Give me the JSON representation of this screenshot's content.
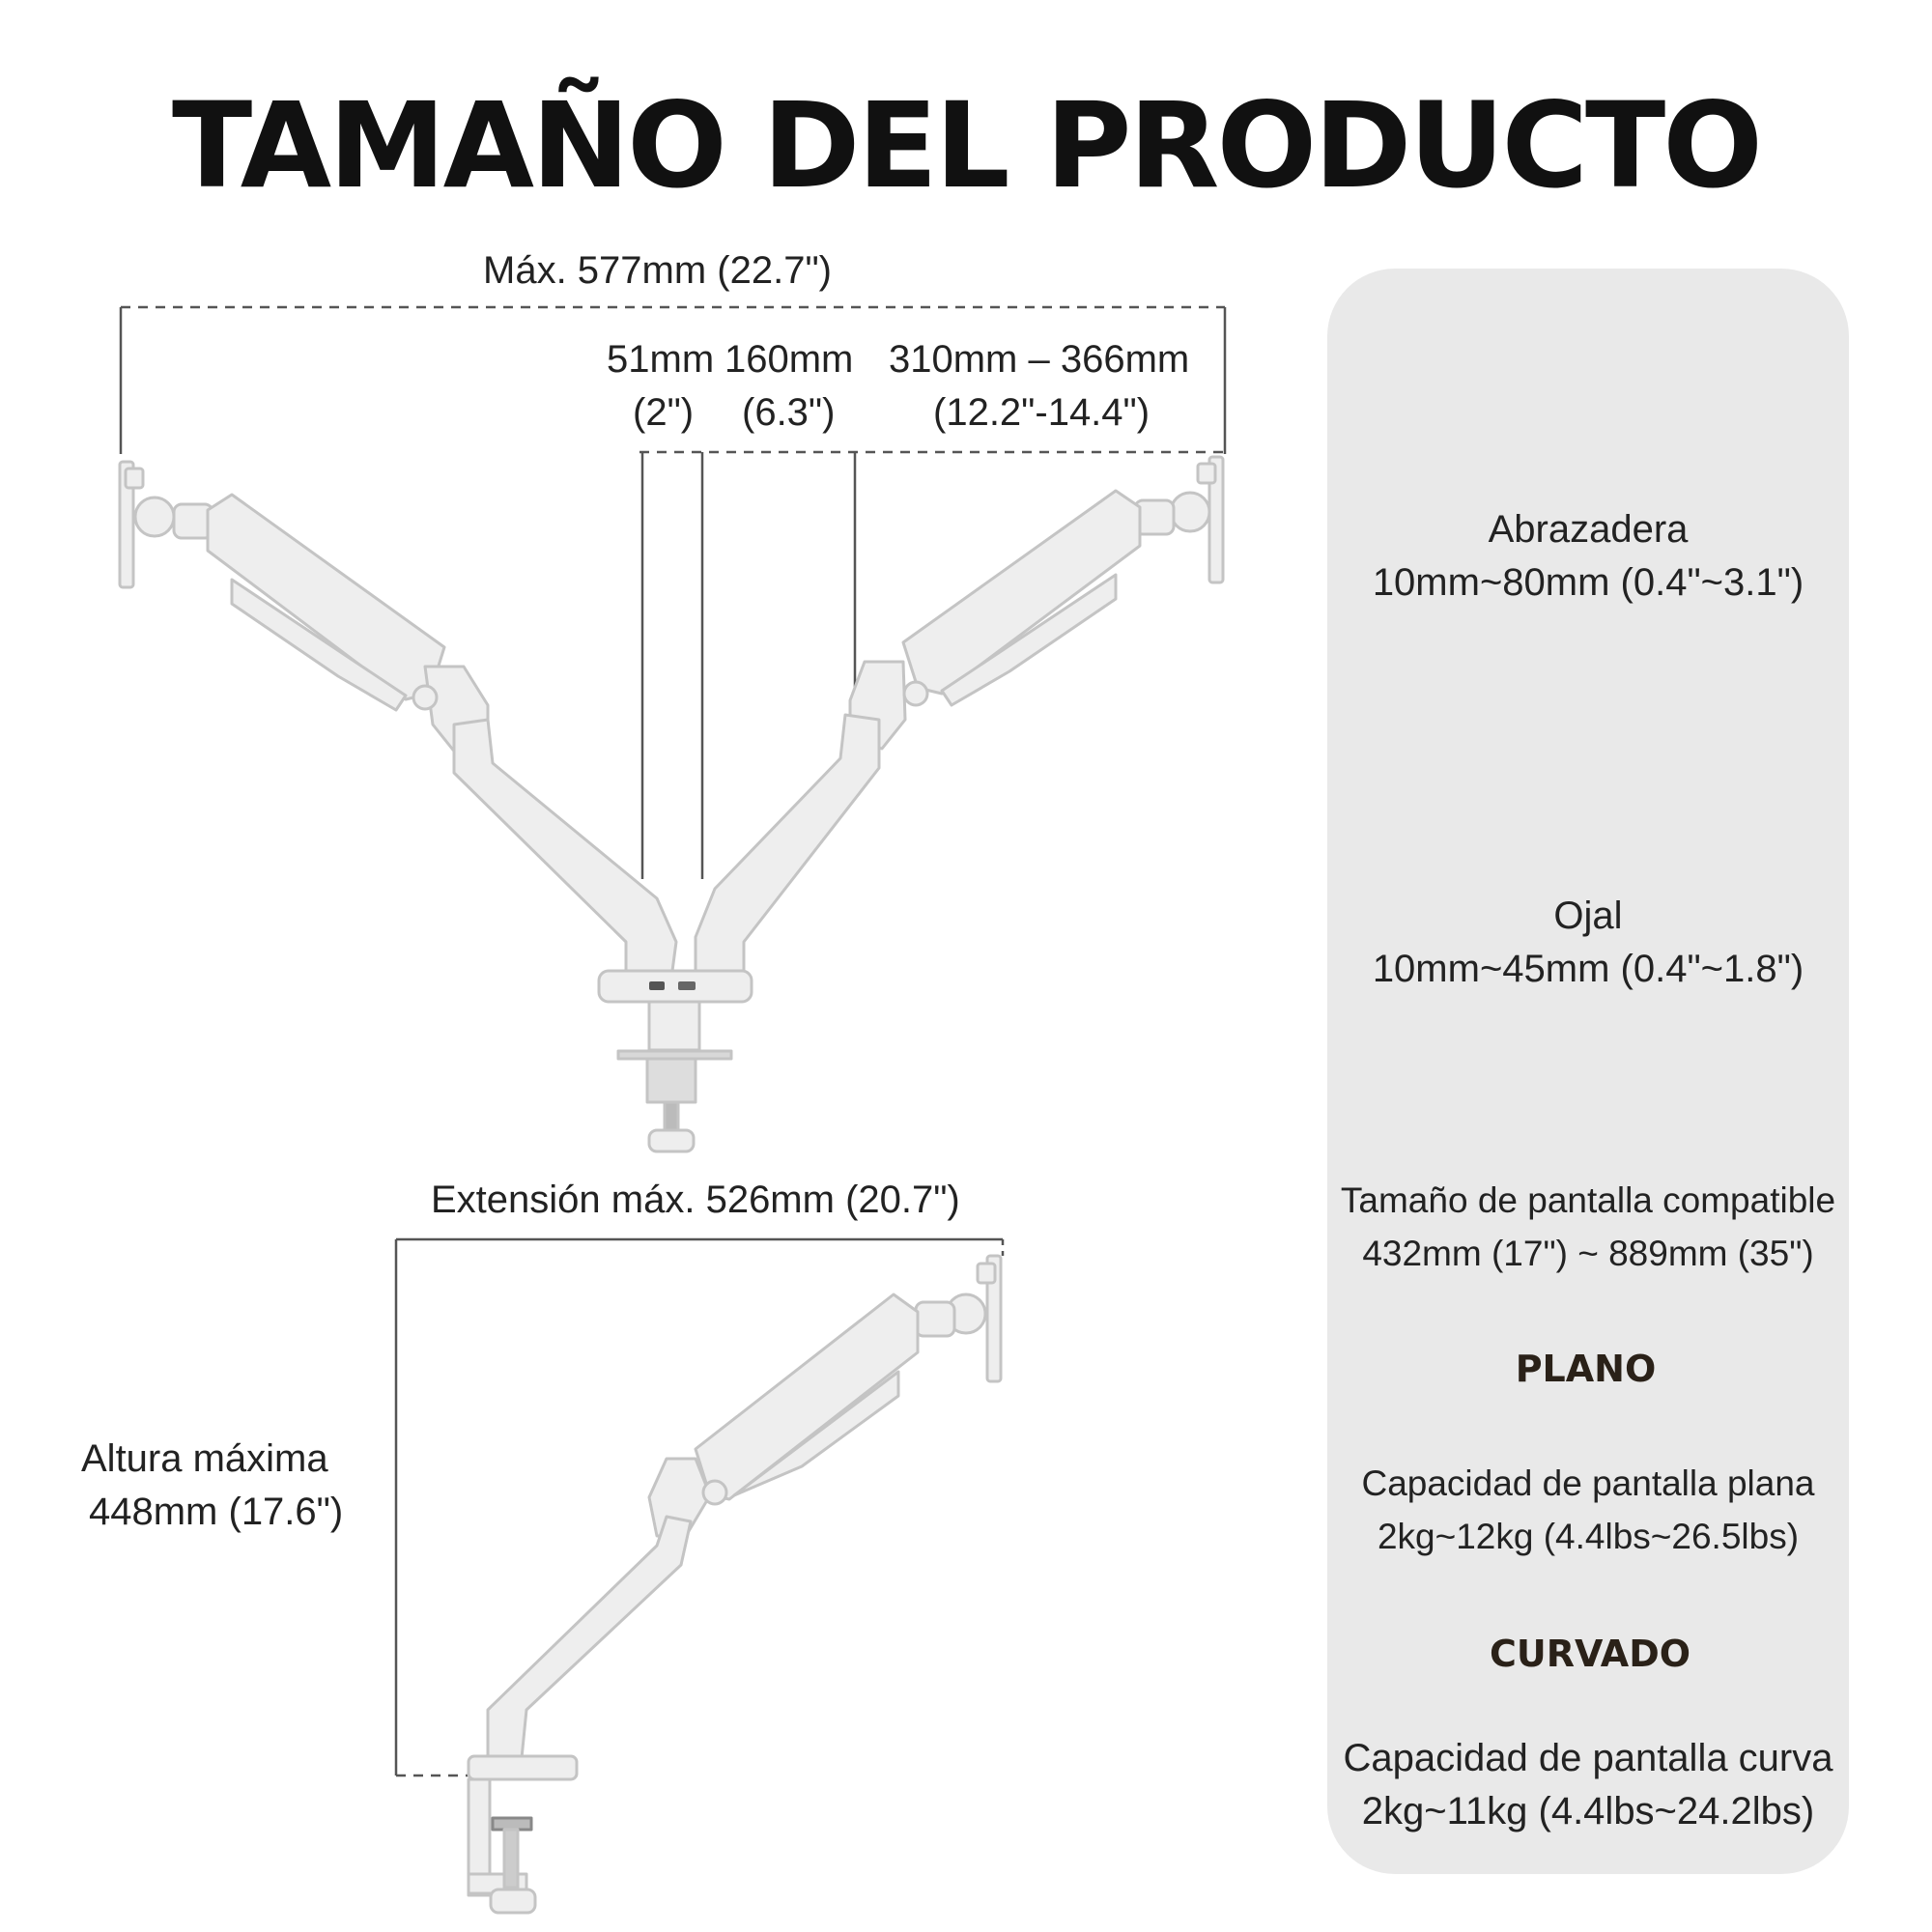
{
  "title": "TAMAÑO DEL PRODUCTO",
  "dimensions": {
    "max_width": "Máx. 577mm (22.7\")",
    "d51_mm": "51mm",
    "d51_in": "(2\")",
    "d160_mm": "160mm",
    "d160_in": "(6.3\")",
    "d310_mm": "310mm – 366mm",
    "d310_in": "(12.2\"-14.4\")",
    "extension": "Extensión máx. 526mm (20.7\")",
    "height_label": "Altura máxima",
    "height_value": "448mm (17.6\")"
  },
  "specs": {
    "clamp_name": "Abrazadera",
    "clamp_range": "10mm~80mm (0.4\"~3.1\")",
    "grommet_name": "Ojal",
    "grommet_range": "10mm~45mm (0.4\"~1.8\")",
    "screen_size_name": "Tamaño de pantalla compatible",
    "screen_size_range": "432mm (17\") ~ 889mm (35\")",
    "flat_badge": "PLANO",
    "flat_name": "Capacidad de pantalla plana",
    "flat_range": "2kg~12kg (4.4lbs~26.5lbs)",
    "curved_badge": "CURVADO",
    "curved_name": "Capacidad de pantalla curva",
    "curved_range": "2kg~11kg (4.4lbs~24.2lbs)"
  },
  "colors": {
    "panel_bg": "#e9e9e9",
    "arm_fill": "#eeeeee",
    "arm_stroke": "#c8c8c8",
    "icon_fill": "#c9c9c9",
    "icon_stroke": "#333333"
  },
  "icons": [
    "clamp-mount-icon",
    "grommet-mount-icon",
    "screen-diagonal-icon",
    "flat-screen-icon",
    "curved-screen-icon"
  ]
}
